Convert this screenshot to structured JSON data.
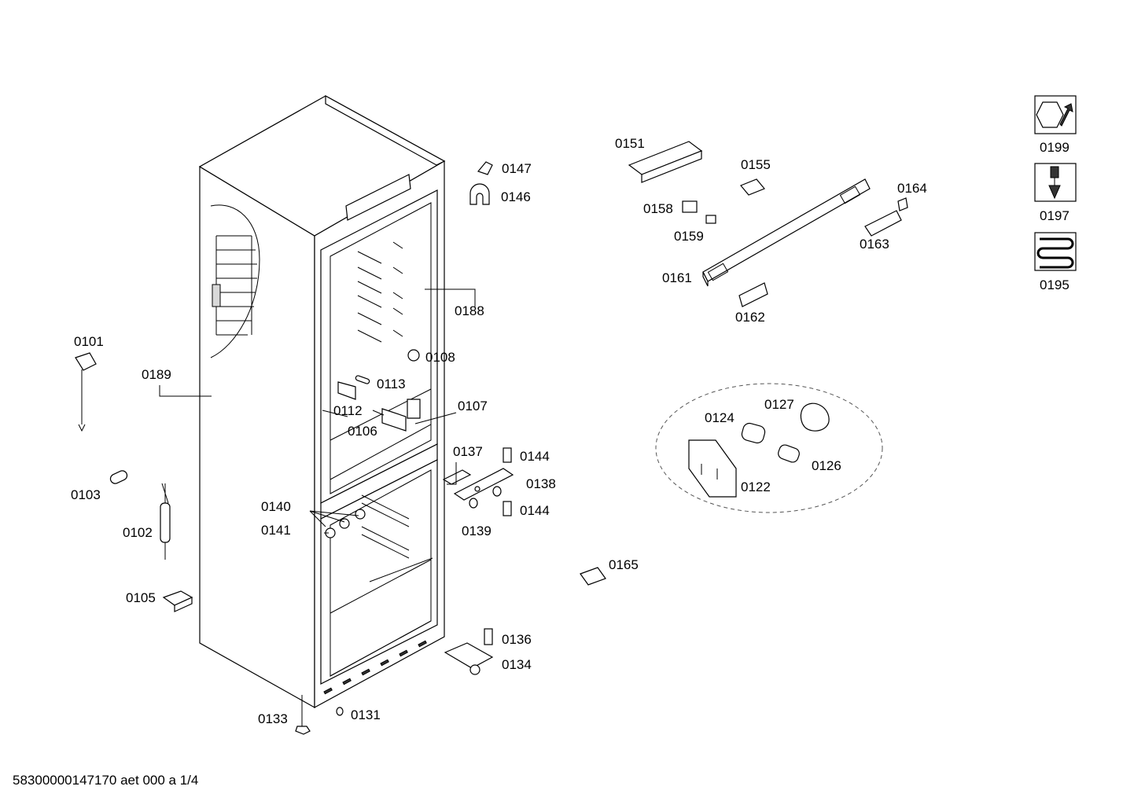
{
  "footer": "58300000147170 aet 000 a 1/4",
  "labels": {
    "p0101": "0101",
    "p0102": "0102",
    "p0103": "0103",
    "p0105": "0105",
    "p0106": "0106",
    "p0107": "0107",
    "p0108": "0108",
    "p0112": "0112",
    "p0113": "0113",
    "p0122": "0122",
    "p0124": "0124",
    "p0126": "0126",
    "p0127": "0127",
    "p0131": "0131",
    "p0133": "0133",
    "p0134": "0134",
    "p0136": "0136",
    "p0137": "0137",
    "p0138": "0138",
    "p0139": "0139",
    "p0140": "0140",
    "p0141": "0141",
    "p0144a": "0144",
    "p0144b": "0144",
    "p0146": "0146",
    "p0147": "0147",
    "p0151": "0151",
    "p0155": "0155",
    "p0158": "0158",
    "p0159": "0159",
    "p0161": "0161",
    "p0162": "0162",
    "p0163": "0163",
    "p0164": "0164",
    "p0165": "0165",
    "p0188": "0188",
    "p0189": "0189",
    "p0195": "0195",
    "p0197": "0197",
    "p0199": "0199"
  },
  "icons": {
    "p0199": "wrench-nut-icon",
    "p0197": "screwdriver-screw-icon",
    "p0195": "heating-coil-icon"
  }
}
